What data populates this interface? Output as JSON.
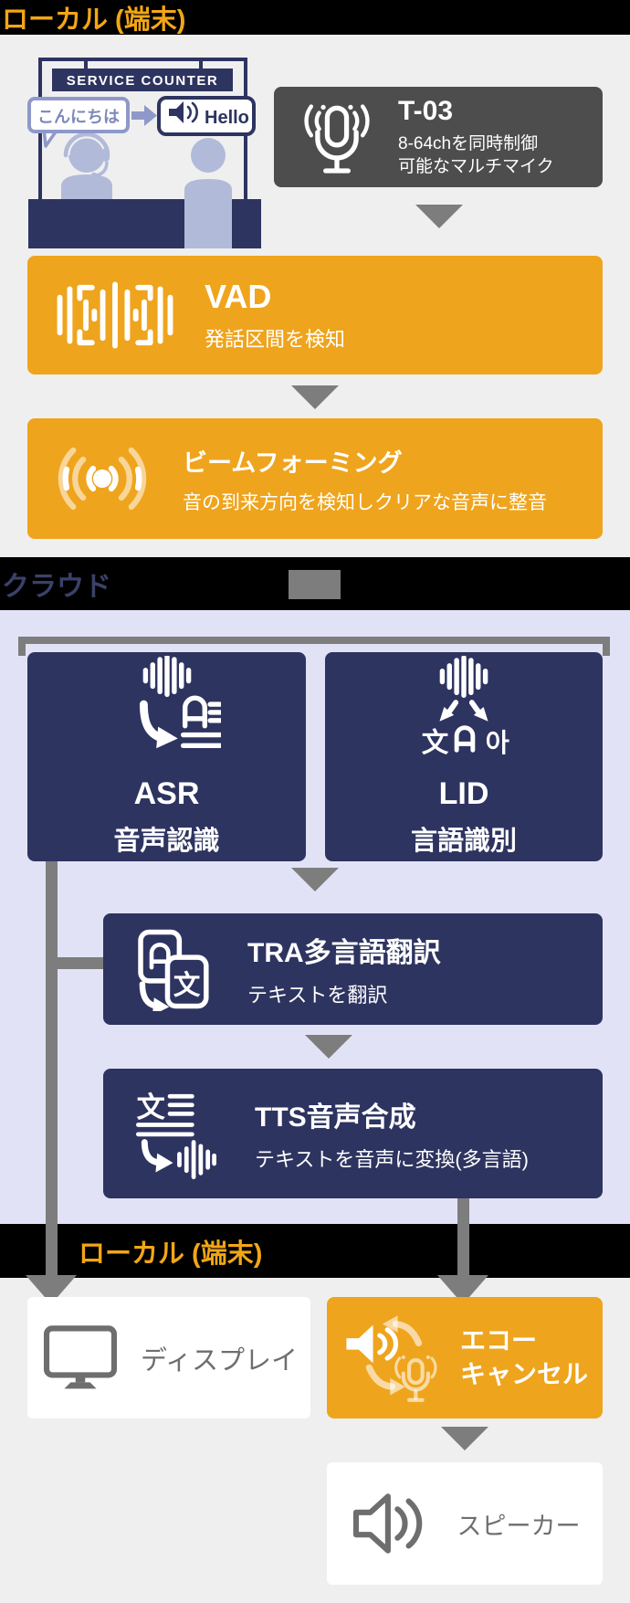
{
  "bands": {
    "local_top": "ローカル (端末)",
    "cloud": "クラウド",
    "local_bottom": "ローカル (端末)"
  },
  "illustration": {
    "sign": "SERVICE COUNTER",
    "speech_bubble": "こんにちは",
    "translated": "Hello"
  },
  "nodes": {
    "t03": {
      "title": "T-03",
      "desc_line1": "8-64chを同時制御",
      "desc_line2": "可能なマルチマイク"
    },
    "vad": {
      "title": "VAD",
      "desc": "発話区間を検知"
    },
    "beamforming": {
      "title": "ビームフォーミング",
      "desc": "音の到来方向を検知しクリアな音声に整音"
    },
    "asr": {
      "title": "ASR",
      "subtitle": "音声認識"
    },
    "lid": {
      "title": "LID",
      "subtitle": "言語識別"
    },
    "tra": {
      "title": "TRA多言語翻訳",
      "desc": "テキストを翻訳"
    },
    "tts": {
      "title": "TTS音声合成",
      "desc": "テキストを音声に変換(多言語)"
    },
    "display": {
      "label": "ディスプレイ"
    },
    "echo_cancel": {
      "label_line1": "エコー",
      "label_line2": "キャンセル"
    },
    "speaker": {
      "label": "スピーカー"
    }
  },
  "icon_glyphs": {
    "cjk": "文",
    "hangul": "아"
  },
  "colors": {
    "accent_orange": "#efa41d",
    "navy": "#2e3460",
    "band_text_orange": "#f2a616",
    "cloud_text": "#3a4169",
    "device_gray": "#4d4d4d",
    "connector_gray": "#7d7d7d",
    "lavender_bg": "#e2e2f7",
    "page_bg": "#efefef",
    "icon_gray": "#6e6e6e",
    "figure_periwinkle": "#b2bad9",
    "bubble_accent": "#8e99c9"
  }
}
